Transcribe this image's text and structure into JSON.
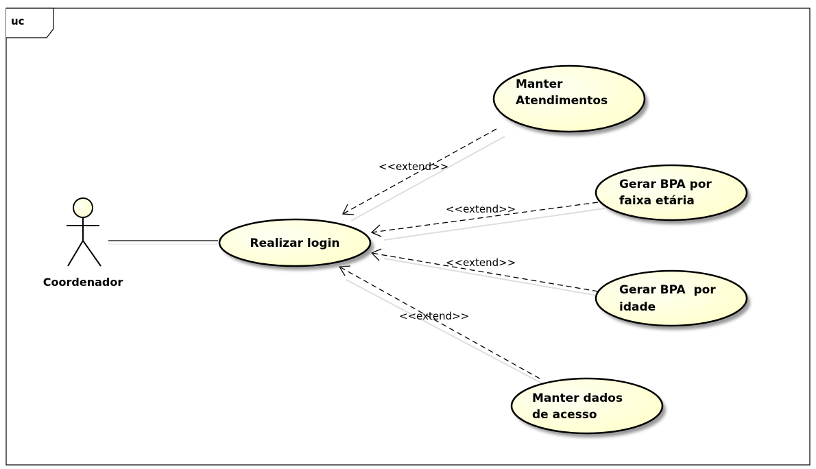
{
  "frame": {
    "tag": "uc"
  },
  "actor": {
    "name": "Coordenador"
  },
  "use_cases": {
    "login": [
      "Realizar login"
    ],
    "atendimentos": [
      "Manter",
      "Atendimentos"
    ],
    "bpa_faixa": [
      "Gerar BPA por",
      "faixa etária"
    ],
    "bpa_idade": [
      "Gerar BPA  por",
      "idade"
    ],
    "dados_acesso": [
      "Manter dados",
      "de acesso"
    ]
  },
  "relations": {
    "extend_label": "<<extend>>"
  },
  "colors": {
    "use_case_fill": "#ffffcc",
    "use_case_fill_light": "#fffff0",
    "stroke": "#000000",
    "shadow": "#b9b9b9"
  }
}
